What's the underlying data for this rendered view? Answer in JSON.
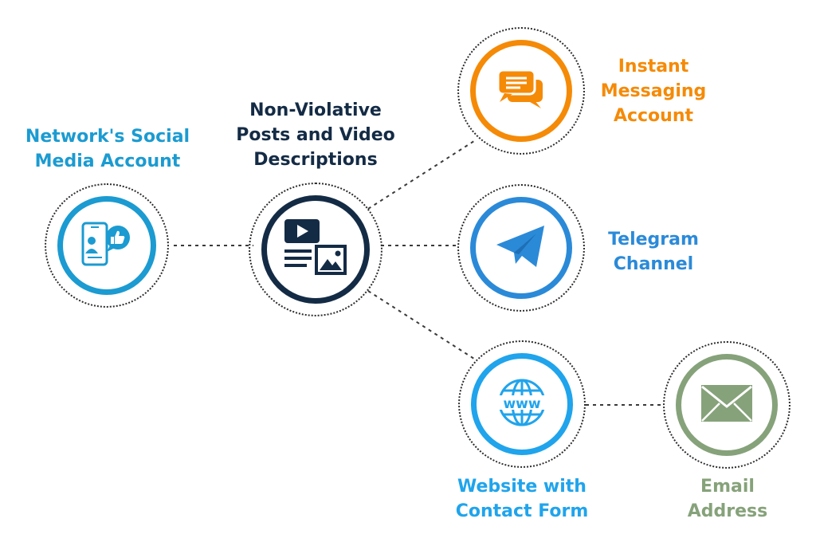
{
  "colors": {
    "social": "#1b9bd1",
    "posts": "#142b45",
    "messaging": "#f58a07",
    "telegram": "#2b8ad8",
    "website": "#20a4ec",
    "email": "#86a27a",
    "connector": "#3a3a3a"
  },
  "nodes": {
    "social": {
      "label_lines": [
        "Network's Social",
        "Media Account"
      ],
      "icon": "phone-social-like-icon"
    },
    "posts": {
      "label_lines": [
        "Non-Violative",
        "Posts and Video",
        "Descriptions"
      ],
      "icon": "video-image-post-icon"
    },
    "messaging": {
      "label_lines": [
        "Instant",
        "Messaging",
        "Account"
      ],
      "icon": "chat-bubbles-icon"
    },
    "telegram": {
      "label_lines": [
        "Telegram",
        "Channel"
      ],
      "icon": "telegram-plane-icon"
    },
    "website": {
      "label_lines": [
        "Website with",
        "Contact Form"
      ],
      "icon": "globe-www-icon"
    },
    "email": {
      "label_lines": [
        "Email",
        "Address"
      ],
      "icon": "envelope-icon"
    }
  }
}
